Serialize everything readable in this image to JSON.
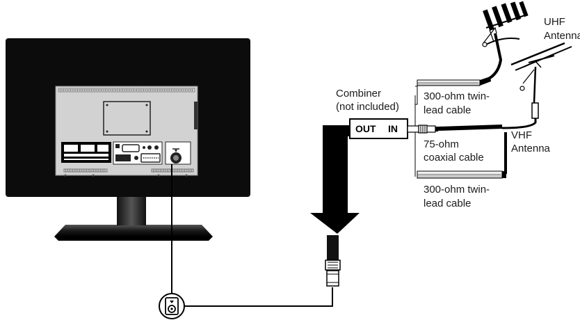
{
  "labels": {
    "uhf_antenna": [
      "UHF",
      "Antenna"
    ],
    "vhf_antenna": [
      "VHF",
      "Antenna"
    ],
    "combiner": [
      "Combiner",
      "(not included)"
    ],
    "twin_lead_upper": [
      "300-ohm twin-",
      "lead cable"
    ],
    "coaxial": [
      "75-ohm",
      "coaxial cable"
    ],
    "twin_lead_lower": [
      "300-ohm twin-",
      "lead cable"
    ],
    "combiner_out": "OUT",
    "combiner_in": "IN"
  },
  "colors": {
    "tv_body": "#0c0c0c",
    "tv_panel": "#d2d2d2",
    "cable": "#000000",
    "combiner_fill": "#ffffff"
  },
  "icons": {
    "tv_rf_input": "antenna-jack-icon",
    "arrow": "down-arrow-icon"
  }
}
